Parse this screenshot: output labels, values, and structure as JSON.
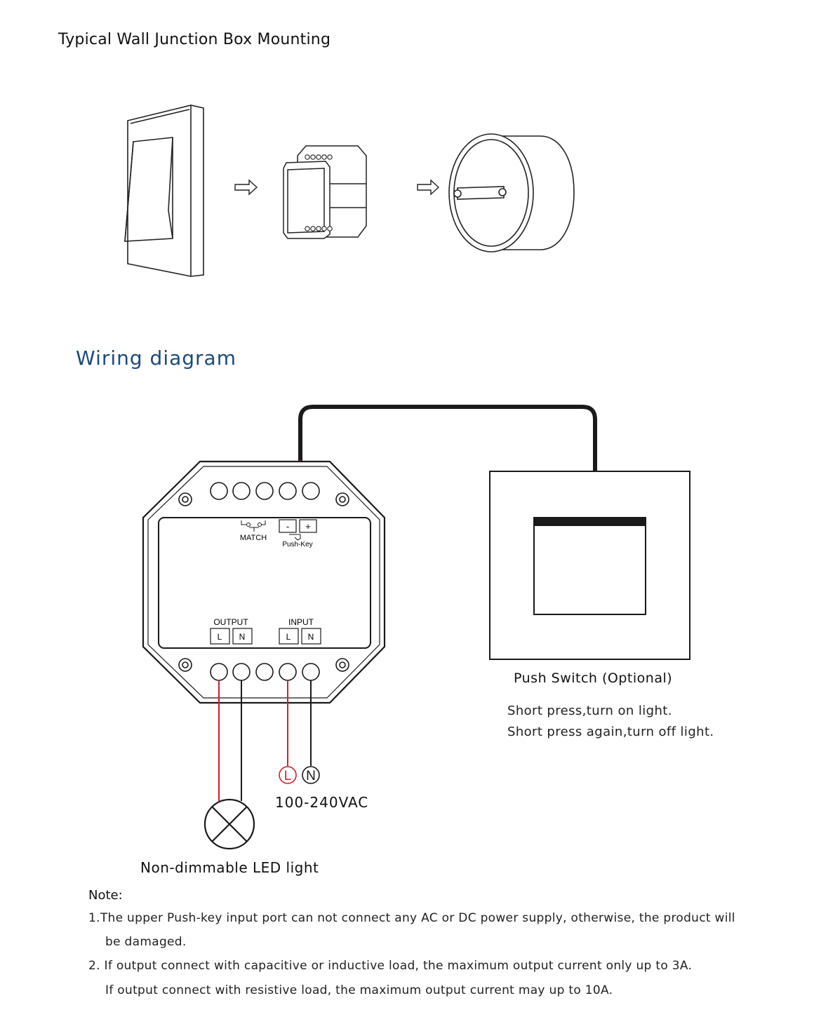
{
  "mounting": {
    "title": "Typical Wall Junction Box Mounting"
  },
  "wiring": {
    "title": "Wiring diagram",
    "controller": {
      "match_label": "MATCH",
      "pushkey_label": "Push-Key",
      "pushkey_minus": "-",
      "pushkey_plus": "+",
      "output_label": "OUTPUT",
      "input_label": "INPUT",
      "terminal_l": "L",
      "terminal_n": "N"
    },
    "supply": {
      "l_marker": "L",
      "n_marker": "N",
      "voltage": "100-240VAC"
    },
    "push_switch": {
      "caption": "Push Switch (Optional)",
      "desc_line1": "Short press,turn on light.",
      "desc_line2": "Short press again,turn off light."
    },
    "load": {
      "caption": "Non-dimmable LED light"
    },
    "colors": {
      "title_blue": "#1c4a7a",
      "live_wire_red": "#d0202a",
      "neutral_wire_black": "#1a1a1a"
    }
  },
  "notes": {
    "title": "Note:",
    "item1_line1": "1.The upper Push-key input port can not connect any AC or DC power supply,  otherwise, the product will",
    "item1_line2": "be damaged.",
    "item2_line1": "2. If output connect with capacitive or inductive load, the maximum output current only up to 3A.",
    "item2_line2": "If output connect with resistive load, the maximum output current may up to 10A."
  }
}
